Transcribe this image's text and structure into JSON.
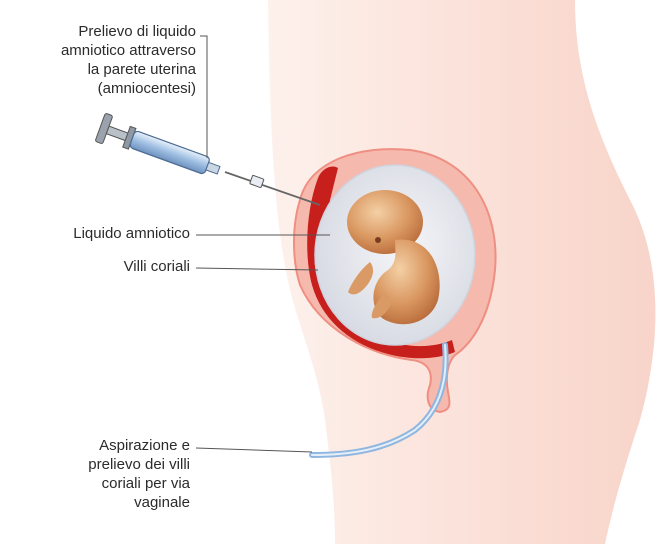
{
  "labels": {
    "amniocentesis": [
      "Prelievo di liquido",
      "amniotico attraverso",
      "la parete uterina",
      "(amniocentesi)"
    ],
    "amniotic_fluid": "Liquido amniotico",
    "chorionic_villi": "Villi coriali",
    "cvs": [
      "Aspirazione e",
      "prelievo dei villi",
      "coriali per via",
      "vaginale"
    ]
  },
  "colors": {
    "skin": "#fbe3dc",
    "uterus_wall": "#f29a8e",
    "placenta": "#c8201d",
    "amniotic_sac": "#e6e8ee",
    "embryo": "#d79a6a",
    "syringe": "#a9c6e6",
    "catheter": "#8fb6de",
    "leader_line": "#555555"
  }
}
